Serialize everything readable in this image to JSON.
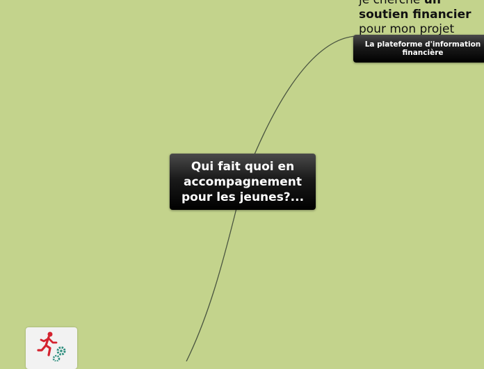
{
  "central_topic": {
    "label": "Qui fait quoi en accompagnement pour les jeunes?..."
  },
  "branch_top": {
    "line1_regular": "je cherche ",
    "line1_bold": "un",
    "line2_bold": "soutien financier",
    "line3": "pour mon projet",
    "node_label": "La plateforme d'information financière"
  },
  "branch_bottom": {
    "icon": "running-person-gears-icon"
  },
  "colors": {
    "background": "#c3d38c",
    "connector": "#4a5540",
    "node_fill": "#000000",
    "node_text": "#ffffff",
    "icon_red": "#d4232f",
    "icon_teal": "#2f8f7f"
  }
}
